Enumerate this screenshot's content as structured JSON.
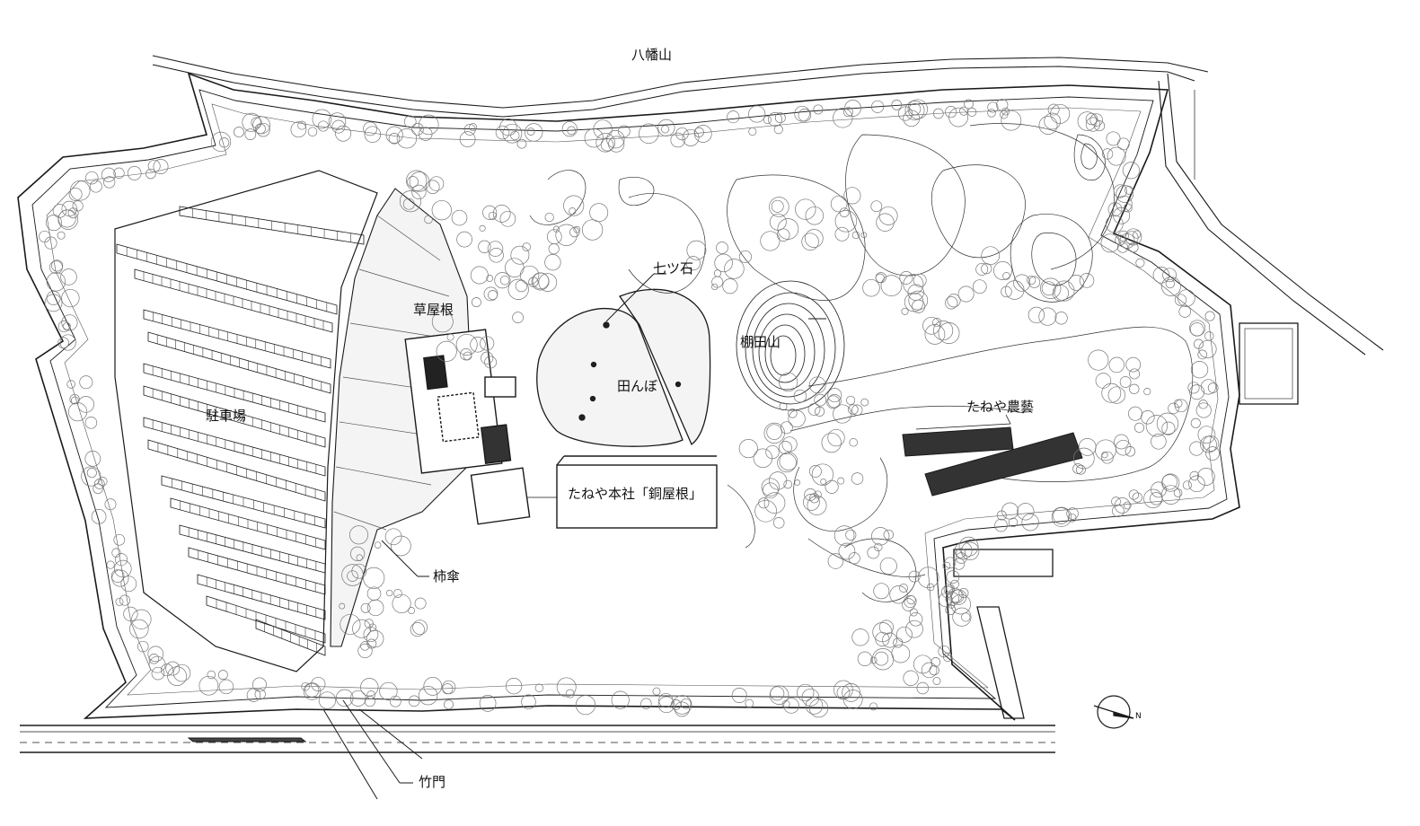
{
  "map": {
    "labels": {
      "hachimanyama": "八幡山",
      "nanatsuishi": "七ツ石",
      "kusayane": "草屋根",
      "tanadayama": "棚田山",
      "tanbo": "田んぼ",
      "tanaya_nogei": "たねや農藝",
      "parking": "駐車場",
      "honsha": "たねや本社「銅屋根」",
      "kakigasa": "柿傘",
      "takemon": "竹門"
    },
    "north_arrow": "N",
    "colors": {
      "line": "#1a1a1a",
      "fill_light": "#f2f2f2",
      "tree": "#777777"
    }
  }
}
